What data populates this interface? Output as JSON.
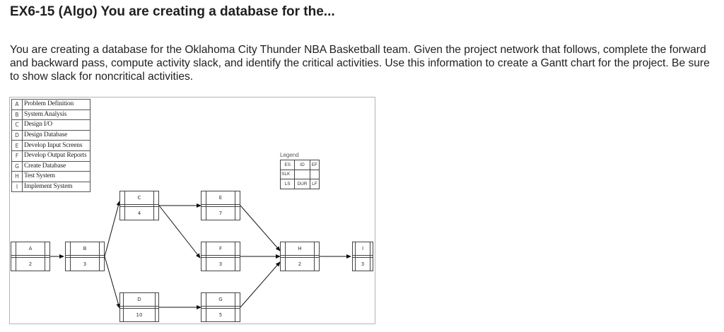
{
  "page": {
    "title": "EX6-15 (Algo) You are creating a database for the...",
    "instructions": "You are creating a database for the Oklahoma City Thunder NBA Basketball team. Given the project network that follows, complete the forward and backward pass, compute activity slack, and identify the critical activities. Use this information to create a Gantt chart for the project. Be sure to show slack for noncritical activities."
  },
  "activities": [
    {
      "key": "A",
      "name": "Problem Definition"
    },
    {
      "key": "B",
      "name": "System Analysis"
    },
    {
      "key": "C",
      "name": "Design I/O"
    },
    {
      "key": "D",
      "name": "Design Database"
    },
    {
      "key": "E",
      "name": "Develop Input Screens"
    },
    {
      "key": "F",
      "name": "Develop Output Reports"
    },
    {
      "key": "G",
      "name": "Create Database"
    },
    {
      "key": "H",
      "name": "Test System"
    },
    {
      "key": "I",
      "name": "Implement  System"
    }
  ],
  "legend": {
    "title": "Legend",
    "es": "ES",
    "id": "ID",
    "ef": "EF",
    "slk": "SLK",
    "ls": "LS",
    "dur": "DUR",
    "lf": "LF"
  },
  "nodes": {
    "A": {
      "label": "A",
      "duration": "2"
    },
    "B": {
      "label": "B",
      "duration": "3"
    },
    "C": {
      "label": "C",
      "duration": "4"
    },
    "D": {
      "label": "D",
      "duration": "10"
    },
    "E": {
      "label": "E",
      "duration": "7"
    },
    "F": {
      "label": "F",
      "duration": "3"
    },
    "G": {
      "label": "G",
      "duration": "5"
    },
    "H": {
      "label": "H",
      "duration": "2"
    },
    "I": {
      "label": "I",
      "duration": "3"
    }
  }
}
